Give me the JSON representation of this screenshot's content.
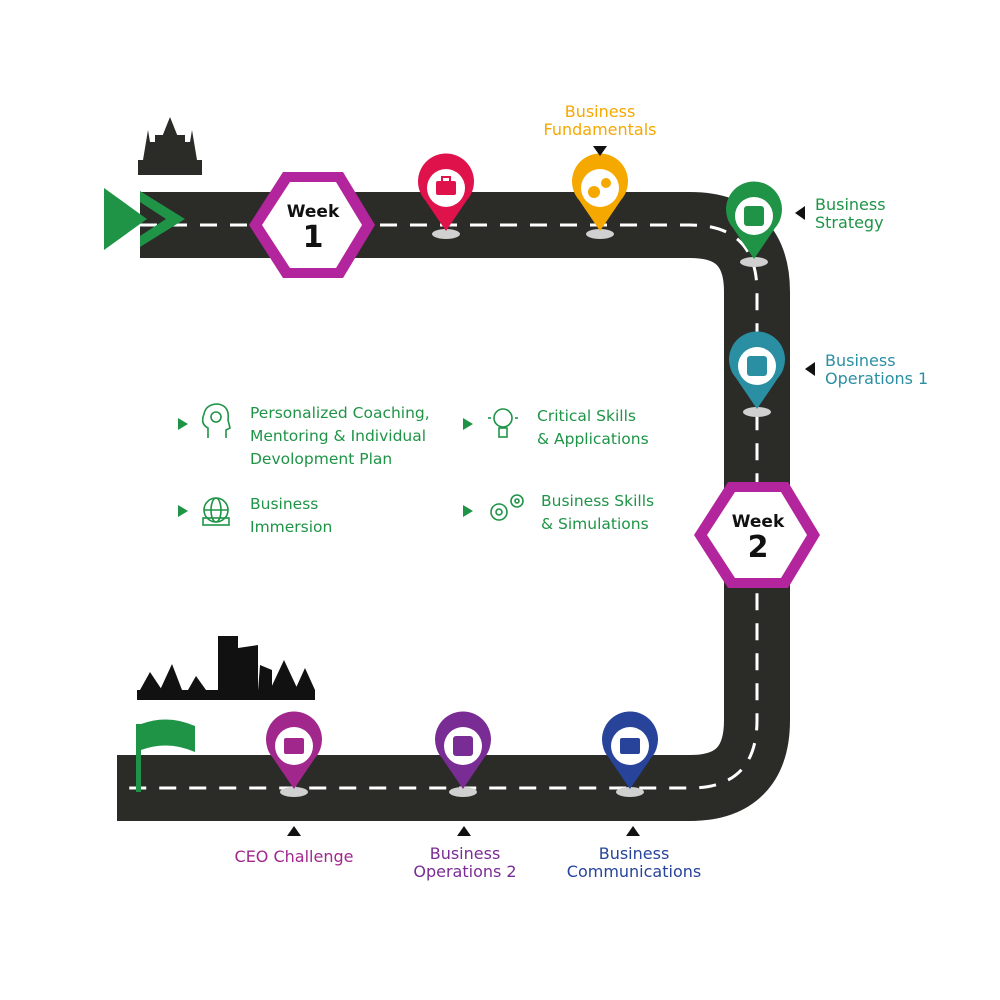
{
  "week1": {
    "word": "Week",
    "num": "1"
  },
  "week2": {
    "word": "Week",
    "num": "2"
  },
  "milestones": {
    "fundamentals": {
      "line1": "Business",
      "line2": "Fundamentals",
      "color": "#f5a800"
    },
    "strategy": {
      "line1": "Business",
      "line2": "Strategy",
      "color": "#1f9447"
    },
    "operations1": {
      "line1": "Business",
      "line2": "Operations 1",
      "color": "#2b8fa3"
    },
    "ceo": {
      "line1": "CEO Challenge",
      "color": "#a1278c"
    },
    "operations2": {
      "line1": "Business",
      "line2": "Operations 2",
      "color": "#7a2c95"
    },
    "communications": {
      "line1": "Business",
      "line2": "Communications",
      "color": "#27449a"
    },
    "intro": {
      "color": "#e0124b"
    }
  },
  "legend": {
    "coaching": {
      "l1": "Personalized Coaching,",
      "l2": "Mentoring & Individual",
      "l3": "Devolopment Plan",
      "icon": "head-gear-icon"
    },
    "critical": {
      "l1": "Critical Skills",
      "l2": "& Applications",
      "icon": "lightbulb-icon"
    },
    "immersion": {
      "l1": "Business",
      "l2": "Immersion",
      "icon": "globe-people-icon"
    },
    "skills": {
      "l1": "Business Skills",
      "l2": "& Simulations",
      "icon": "gears-icon"
    }
  },
  "colors": {
    "road": "#2b2b28",
    "accent": "#1f9447",
    "hex": "#b3259c"
  }
}
